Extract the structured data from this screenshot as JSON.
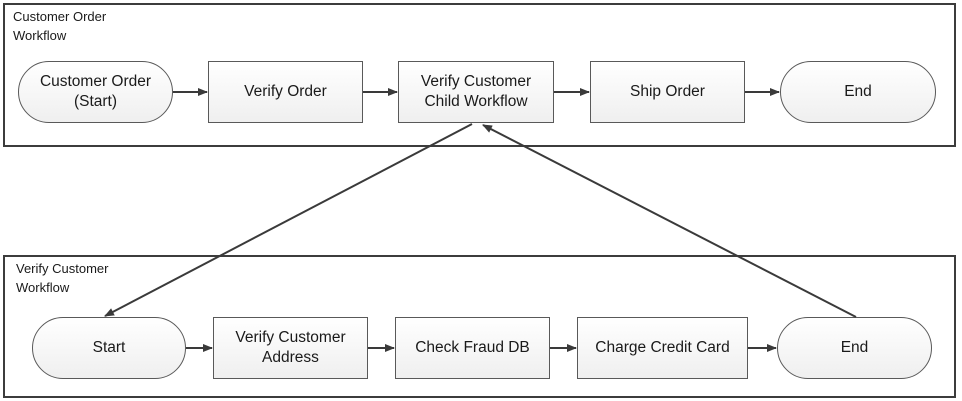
{
  "customer_order_workflow": {
    "title": "Customer Order\nWorkflow",
    "nodes": {
      "start": "Customer Order\n(Start)",
      "verify_order": "Verify Order",
      "verify_customer": "Verify Customer\nChild Workflow",
      "ship_order": "Ship Order",
      "end": "End"
    }
  },
  "verify_customer_workflow": {
    "title": "Verify Customer\nWorkflow",
    "nodes": {
      "start": "Start",
      "verify_address": "Verify Customer\nAddress",
      "check_fraud": "Check Fraud DB",
      "charge_card": "Charge Credit Card",
      "end": "End"
    }
  }
}
